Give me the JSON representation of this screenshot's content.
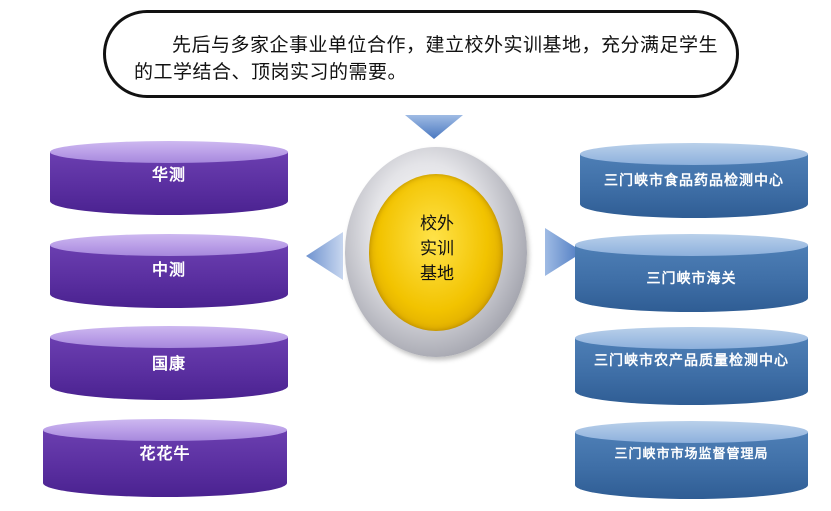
{
  "callout": {
    "text": "先后与多家企事业单位合作，建立校外实训基地，充分满足学生的工学结合、顶岗实习的需要。"
  },
  "center": {
    "lines": [
      "校外",
      "实训",
      "基地"
    ]
  },
  "left_items": [
    {
      "label": "华测"
    },
    {
      "label": "中测"
    },
    {
      "label": "国康"
    },
    {
      "label": "花花牛"
    }
  ],
  "right_items": [
    {
      "label": "三门峡市食品药品检测中心"
    },
    {
      "label": "三门峡市海关"
    },
    {
      "label": "三门峡市农产品质量检测中心"
    },
    {
      "label": "三门峡市市场监督管理局"
    }
  ],
  "colors": {
    "purple": "#5a2fa0",
    "blue": "#3e6ea6",
    "gold": "#f2c300"
  }
}
